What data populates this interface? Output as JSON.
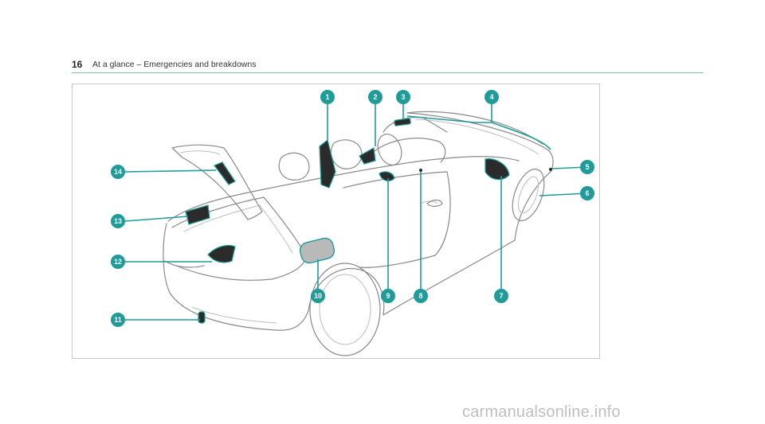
{
  "header": {
    "page_number": "16",
    "title": "At a glance – Emergencies and breakdowns"
  },
  "figure": {
    "callouts": [
      "1",
      "2",
      "3",
      "4",
      "5",
      "6",
      "7",
      "8",
      "9",
      "10",
      "11",
      "12",
      "13",
      "14"
    ]
  },
  "watermark": "carmanualsonline.info",
  "colors": {
    "accent": "#1f9c9a",
    "rule": "#7fb8bc",
    "outline": "#8a8a8a"
  }
}
